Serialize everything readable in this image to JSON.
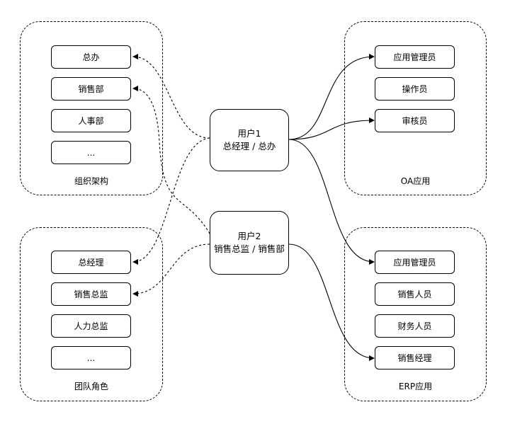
{
  "groups": {
    "org": {
      "label": "组织架构",
      "items": [
        "总办",
        "销售部",
        "人事部",
        "..."
      ]
    },
    "team": {
      "label": "团队角色",
      "items": [
        "总经理",
        "销售总监",
        "人力总监",
        "..."
      ]
    },
    "oa": {
      "label": "OA应用",
      "items": [
        "应用管理员",
        "操作员",
        "审核员"
      ]
    },
    "erp": {
      "label": "ERP应用",
      "items": [
        "应用管理员",
        "销售人员",
        "财务人员",
        "销售经理"
      ]
    }
  },
  "users": [
    {
      "line1": "用户1",
      "line2": "总经理 / 总办"
    },
    {
      "line1": "用户2",
      "line2": "销售总监 / 销售部"
    }
  ]
}
